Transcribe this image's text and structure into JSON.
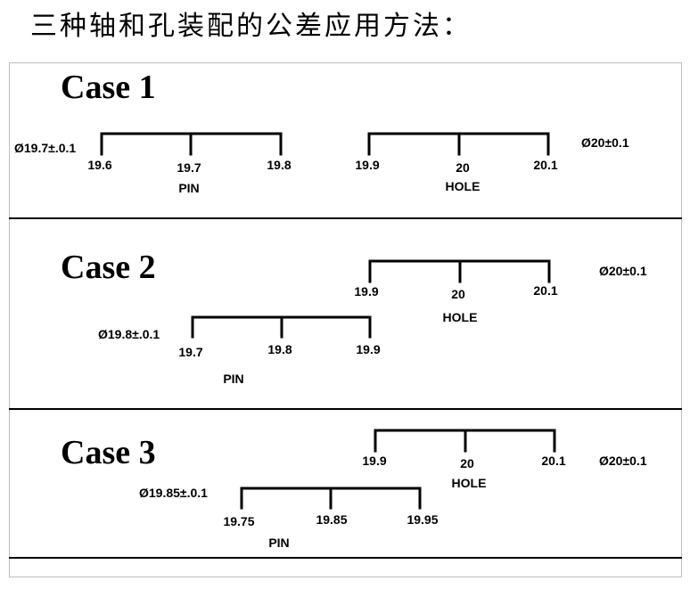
{
  "title": "三种轴和孔装配的公差应用方法：",
  "cases": [
    {
      "title": "Case 1",
      "pin": {
        "spec": "Ø19.7±.0.1",
        "ticks": [
          "19.6",
          "19.7",
          "19.8"
        ],
        "label": "PIN"
      },
      "hole": {
        "spec": "Ø20±0.1",
        "ticks": [
          "19.9",
          "20",
          "20.1"
        ],
        "label": "HOLE"
      }
    },
    {
      "title": "Case 2",
      "pin": {
        "spec": "Ø19.8±.0.1",
        "ticks": [
          "19.7",
          "19.8",
          "19.9"
        ],
        "label": "PIN"
      },
      "hole": {
        "spec": "Ø20±0.1",
        "ticks": [
          "19.9",
          "20",
          "20.1"
        ],
        "label": "HOLE"
      }
    },
    {
      "title": "Case 3",
      "pin": {
        "spec": "Ø19.85±.0.1",
        "ticks": [
          "19.75",
          "19.85",
          "19.95"
        ],
        "label": "PIN"
      },
      "hole": {
        "spec": "Ø20±0.1",
        "ticks": [
          "19.9",
          "20",
          "20.1"
        ],
        "label": "HOLE"
      }
    }
  ]
}
